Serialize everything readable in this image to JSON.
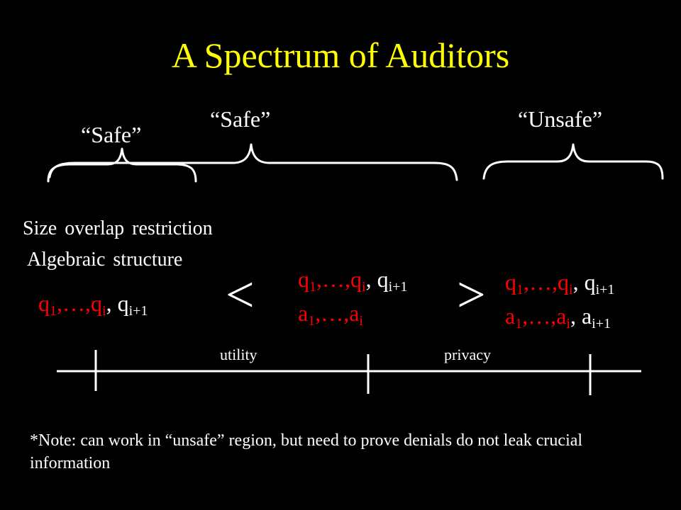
{
  "colors": {
    "background": "#000000",
    "title": "#ffff00",
    "text": "#ffffff",
    "emphasis": "#ff0000"
  },
  "title": "A Spectrum of Auditors",
  "braces": {
    "safe_left": "“Safe”",
    "safe_middle": "“Safe”",
    "unsafe_right": "“Unsafe”"
  },
  "methods": {
    "size_overlap": "Size overlap restriction",
    "algebraic": "Algebraic structure"
  },
  "seq_left": {
    "q_line": {
      "p1": "q",
      "s1": "1",
      "p2": ",…,q",
      "s2": "i",
      "p3": ", q",
      "s3": "i+1"
    }
  },
  "seq_middle": {
    "q_line": {
      "p1": "q",
      "s1": "1",
      "p2": ",…,q",
      "s2": "i",
      "p3": ", q",
      "s3": "i+1"
    },
    "a_line": {
      "p1": "a",
      "s1": "1",
      "p2": ",…,a",
      "s2": "i"
    }
  },
  "seq_right": {
    "q_line": {
      "p1": "q",
      "s1": "1",
      "p2": ",…,q",
      "s2": "i",
      "p3": ", q",
      "s3": "i+1"
    },
    "a_line": {
      "p1": "a",
      "s1": "1",
      "p2": ",…,a",
      "s2": "i",
      "p3": ", a",
      "s3": "i+1"
    }
  },
  "compare": {
    "less": "<",
    "greater": ">"
  },
  "axis": {
    "utility": "utility",
    "privacy": "privacy"
  },
  "note": "*Note: can work in “unsafe” region, but need to prove denials do not leak crucial information"
}
